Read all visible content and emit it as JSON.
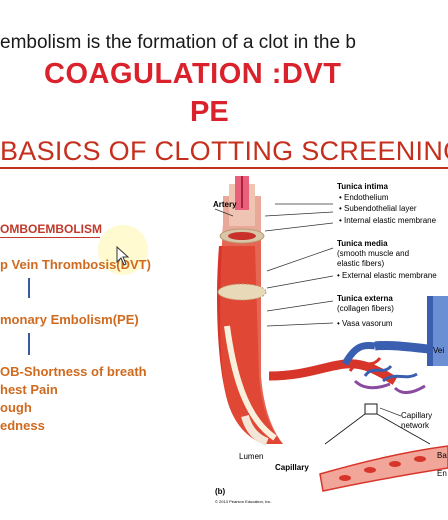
{
  "caption": "embolism is the formation of a clot in the b",
  "title_line1": "COAGULATION :DVT",
  "title_line2": "PE",
  "slide_title": "BASICS OF CLOTTING SCREENING",
  "flow": {
    "heading": "OMBOEMBOLISM",
    "dvt": "p Vein Thrombosis(DVT)",
    "pe": "monary Embolism(PE)",
    "symptoms": [
      "OB-Shortness of breath",
      "hest Pain",
      "ough",
      "edness"
    ]
  },
  "figure": {
    "artery": "Artery",
    "tunica_intima": "Tunica intima",
    "endothelium": "• Endothelium",
    "subendothelial": "• Subendothelial layer",
    "internal_elastic": "• Internal elastic membrane",
    "tunica_media": "Tunica media",
    "media_desc1": "(smooth muscle and",
    "media_desc2": "elastic fibers)",
    "external_elastic": "• External elastic membrane",
    "tunica_externa": "Tunica externa",
    "externa_desc": "(collagen fibers)",
    "vasa_vasorum": "• Vasa vasorum",
    "vein_partial": "Vei",
    "lumen": "Lumen",
    "capillary_network1": "Capillary",
    "capillary_network2": "network",
    "capillary": "Capillary",
    "ba_partial": "Ba",
    "en_partial": "En",
    "panel": "(b)",
    "copyright": "© 2013 Pearson Education, Inc."
  },
  "colors": {
    "title_red": "#d9222b",
    "slide_title": "#c4301d",
    "flow_orange": "#d06a1f",
    "arrow_blue": "#3a5aa0",
    "vessel_red": "#d8352a",
    "vein_blue": "#3b5fb0"
  },
  "icons": {
    "cursor": "pointer-cursor-icon"
  }
}
